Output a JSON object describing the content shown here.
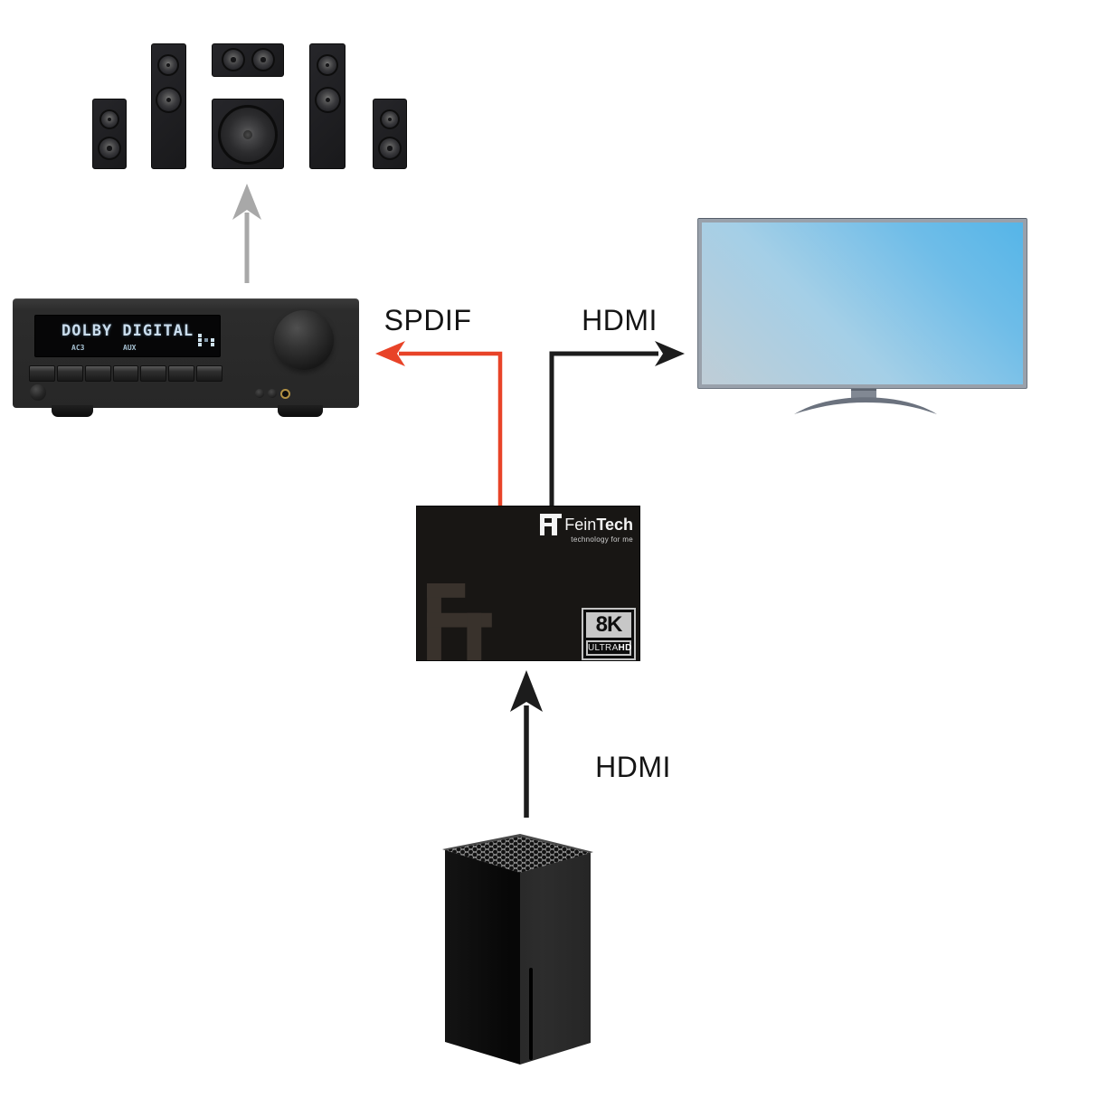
{
  "labels": {
    "spdif": "SPDIF",
    "hdmi_to_tv": "HDMI",
    "hdmi_from_console": "HDMI"
  },
  "receiver": {
    "display_main": "DOLBY DIGITAL",
    "display_format": "AC3",
    "display_input": "AUX"
  },
  "extractor": {
    "brand_name_regular": "Fein",
    "brand_name_bold": "Tech",
    "brand_tagline": "technology for me",
    "badge_resolution": "8K",
    "badge_label_regular": "ULTRA",
    "badge_label_bold": "HD"
  },
  "icons": {
    "brand_monogram": "FT-monogram",
    "watermark_monogram": "FT-monogram"
  },
  "colors": {
    "spdif_arrow": "#e84328",
    "hdmi_arrow": "#1c1c1c",
    "speaker_arrow": "#a8a8a8"
  }
}
